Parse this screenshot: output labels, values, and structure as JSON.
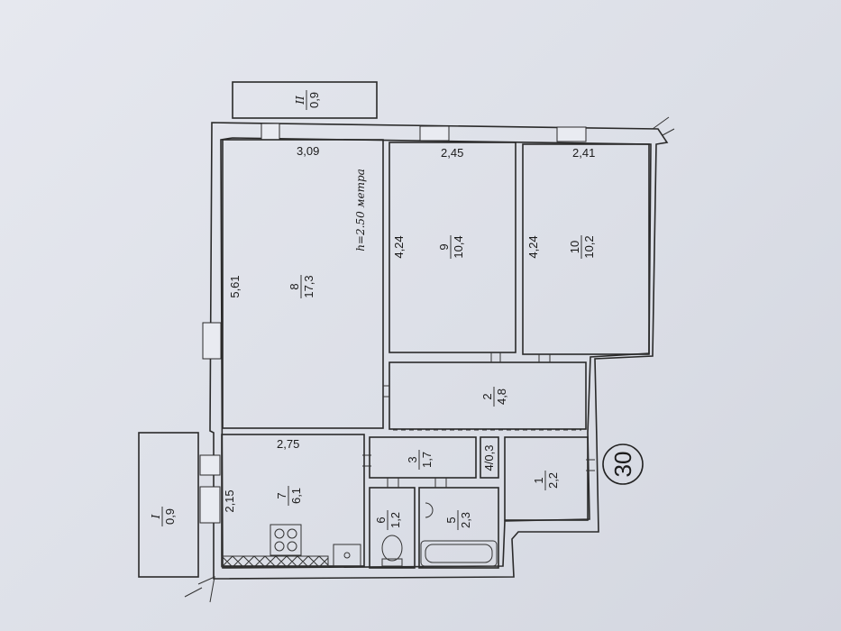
{
  "plan": {
    "ceiling_height": "h=2.50 метра",
    "apartment_number": "30",
    "dimensions": {
      "room8_width": "3,09",
      "room8_length": "5,61",
      "room9_width": "2,45",
      "room9_length": "4,24",
      "room10_width": "2,41",
      "room10_length": "4,24",
      "room7_width": "2,75",
      "room7_length": "2,15"
    },
    "rooms": [
      {
        "number": "8",
        "area": "17,3"
      },
      {
        "number": "9",
        "area": "10,4"
      },
      {
        "number": "10",
        "area": "10,2"
      },
      {
        "number": "2",
        "area": "4,8"
      },
      {
        "number": "3",
        "area": "1,7"
      },
      {
        "number": "4/0,3",
        "area": ""
      },
      {
        "number": "1",
        "area": "2,2"
      },
      {
        "number": "7",
        "area": "6,1"
      },
      {
        "number": "6",
        "area": "1,2"
      },
      {
        "number": "5",
        "area": "2,3"
      }
    ],
    "balconies": [
      {
        "number": "II",
        "area": "0,9"
      },
      {
        "number": "I",
        "area": "0,9"
      }
    ]
  }
}
